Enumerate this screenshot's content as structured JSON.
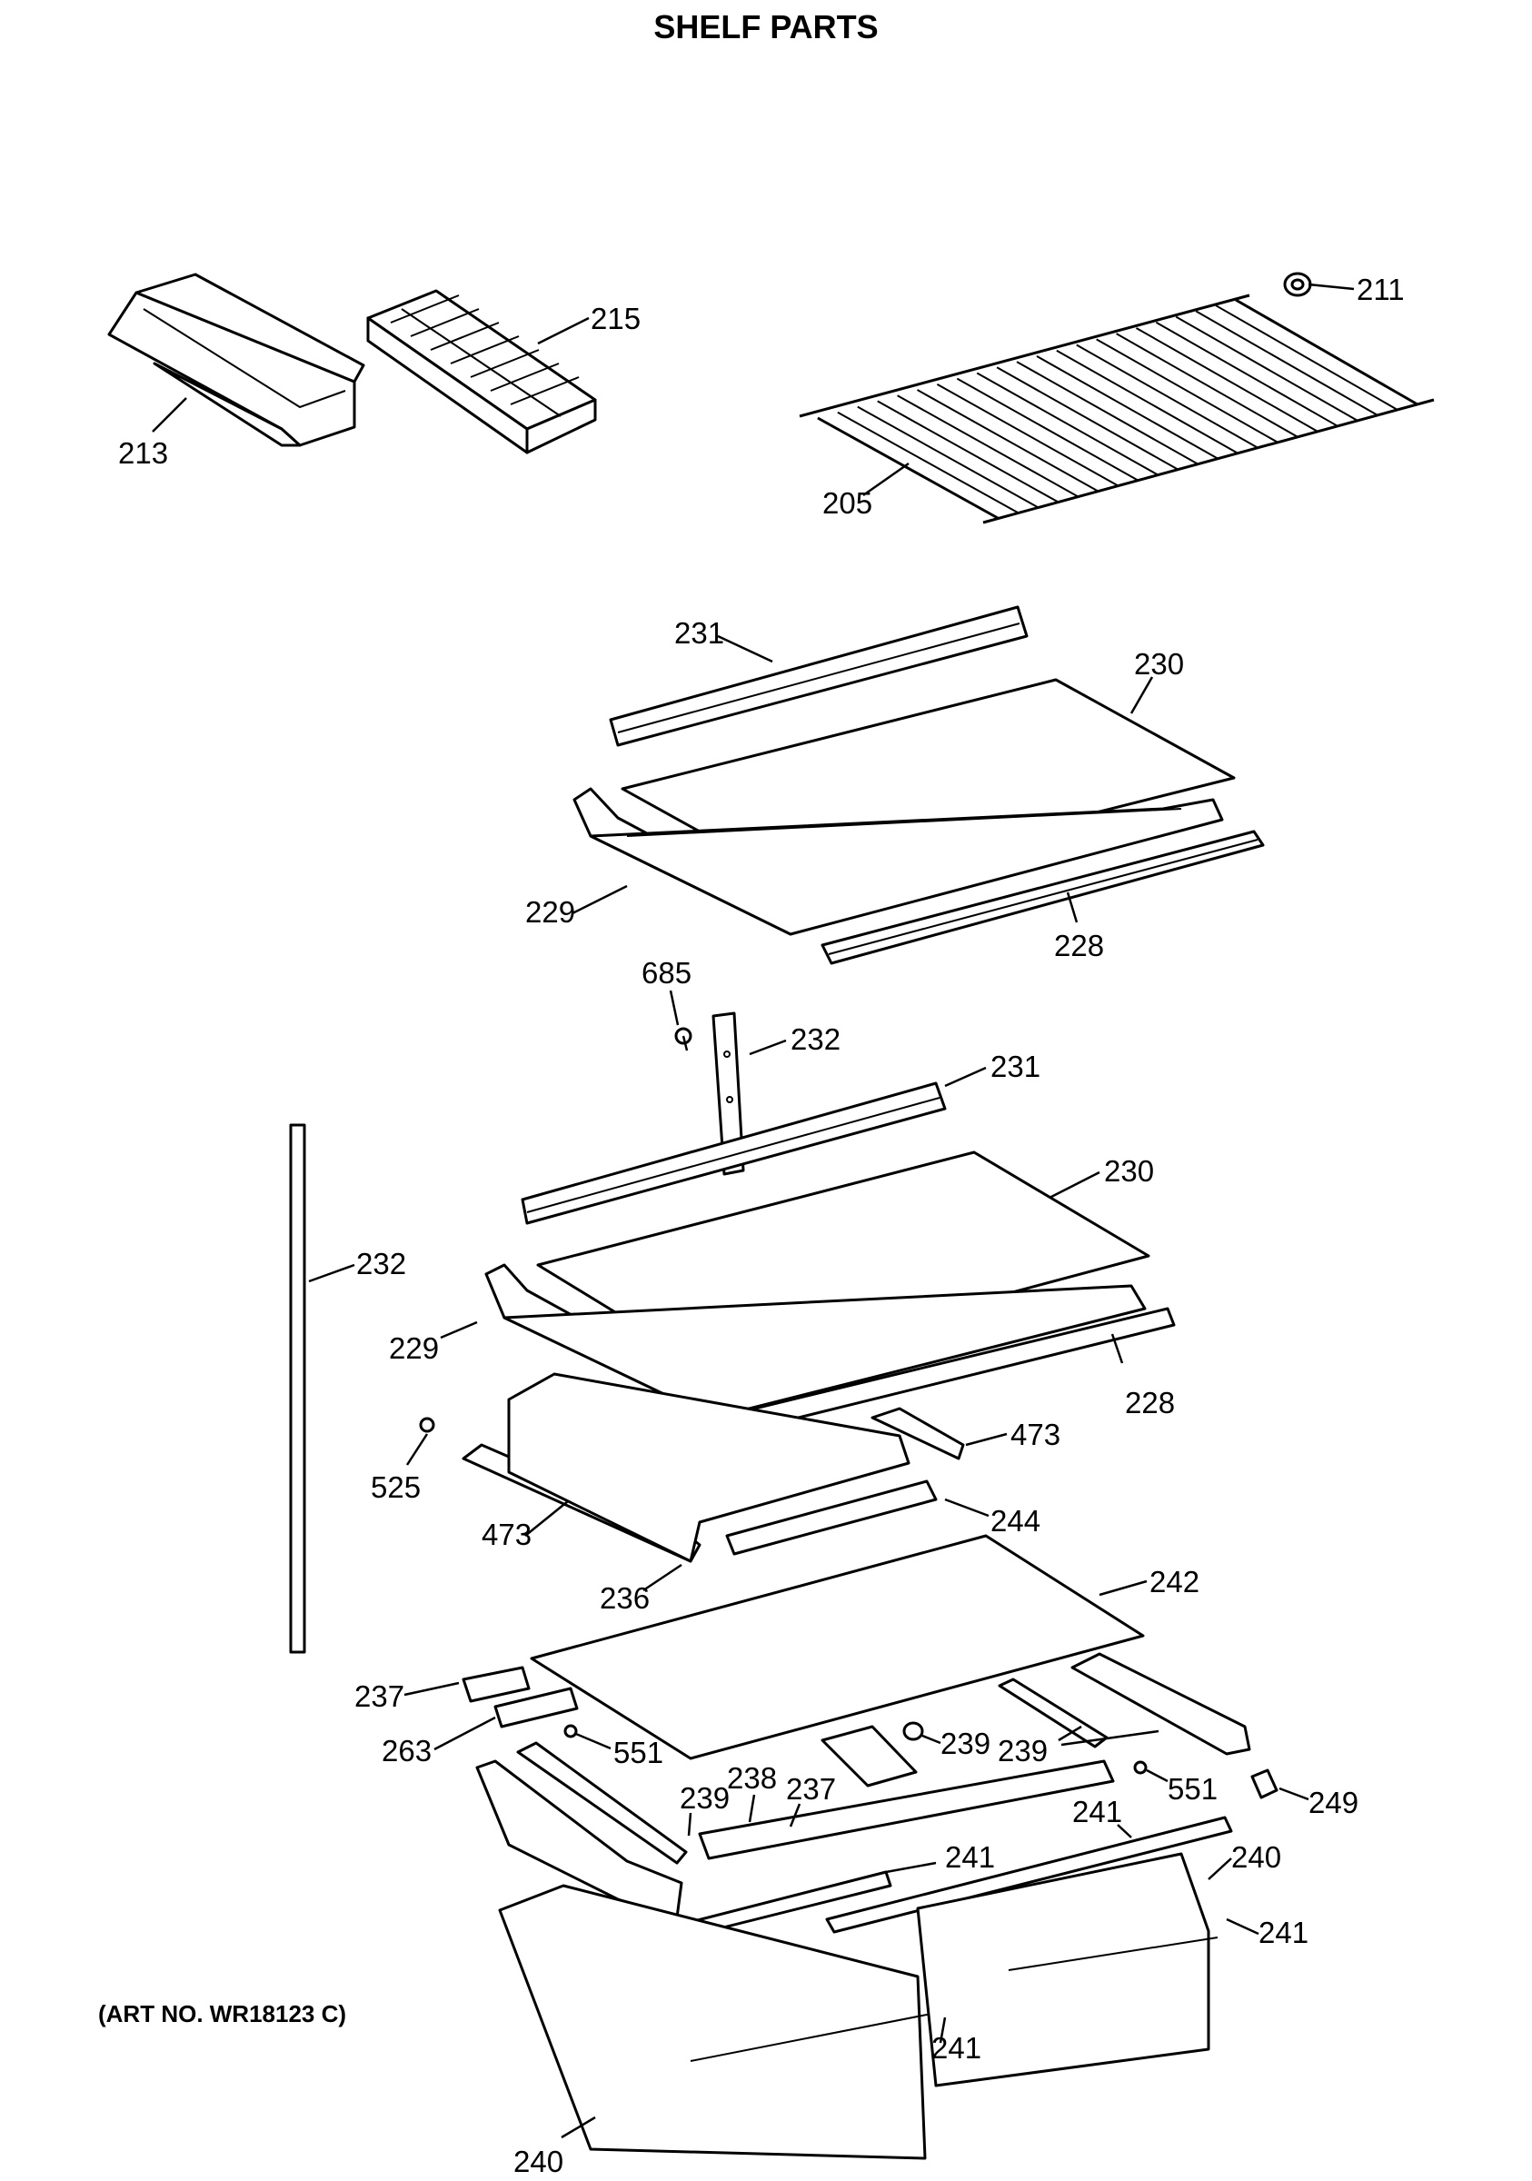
{
  "title": "SHELF PARTS",
  "art_number": "(ART NO. WR18123 C)",
  "callouts": {
    "c211": "211",
    "c215": "215",
    "c213": "213",
    "c205": "205",
    "c231a": "231",
    "c230a": "230",
    "c229a": "229",
    "c228a": "228",
    "c685": "685",
    "c232a": "232",
    "c231b": "231",
    "c230b": "230",
    "c232b": "232",
    "c229b": "229",
    "c228b": "228",
    "c525": "525",
    "c473a": "473",
    "c473b": "473",
    "c244": "244",
    "c236": "236",
    "c242": "242",
    "c237a": "237",
    "c263": "263",
    "c551a": "551",
    "c238": "238",
    "c239a": "239",
    "c237b": "237",
    "c239b": "239",
    "c239c": "239",
    "c551b": "551",
    "c249": "249",
    "c241a": "241",
    "c241b": "241",
    "c240a": "240",
    "c241c": "241",
    "c241d": "241",
    "c240b": "240"
  }
}
